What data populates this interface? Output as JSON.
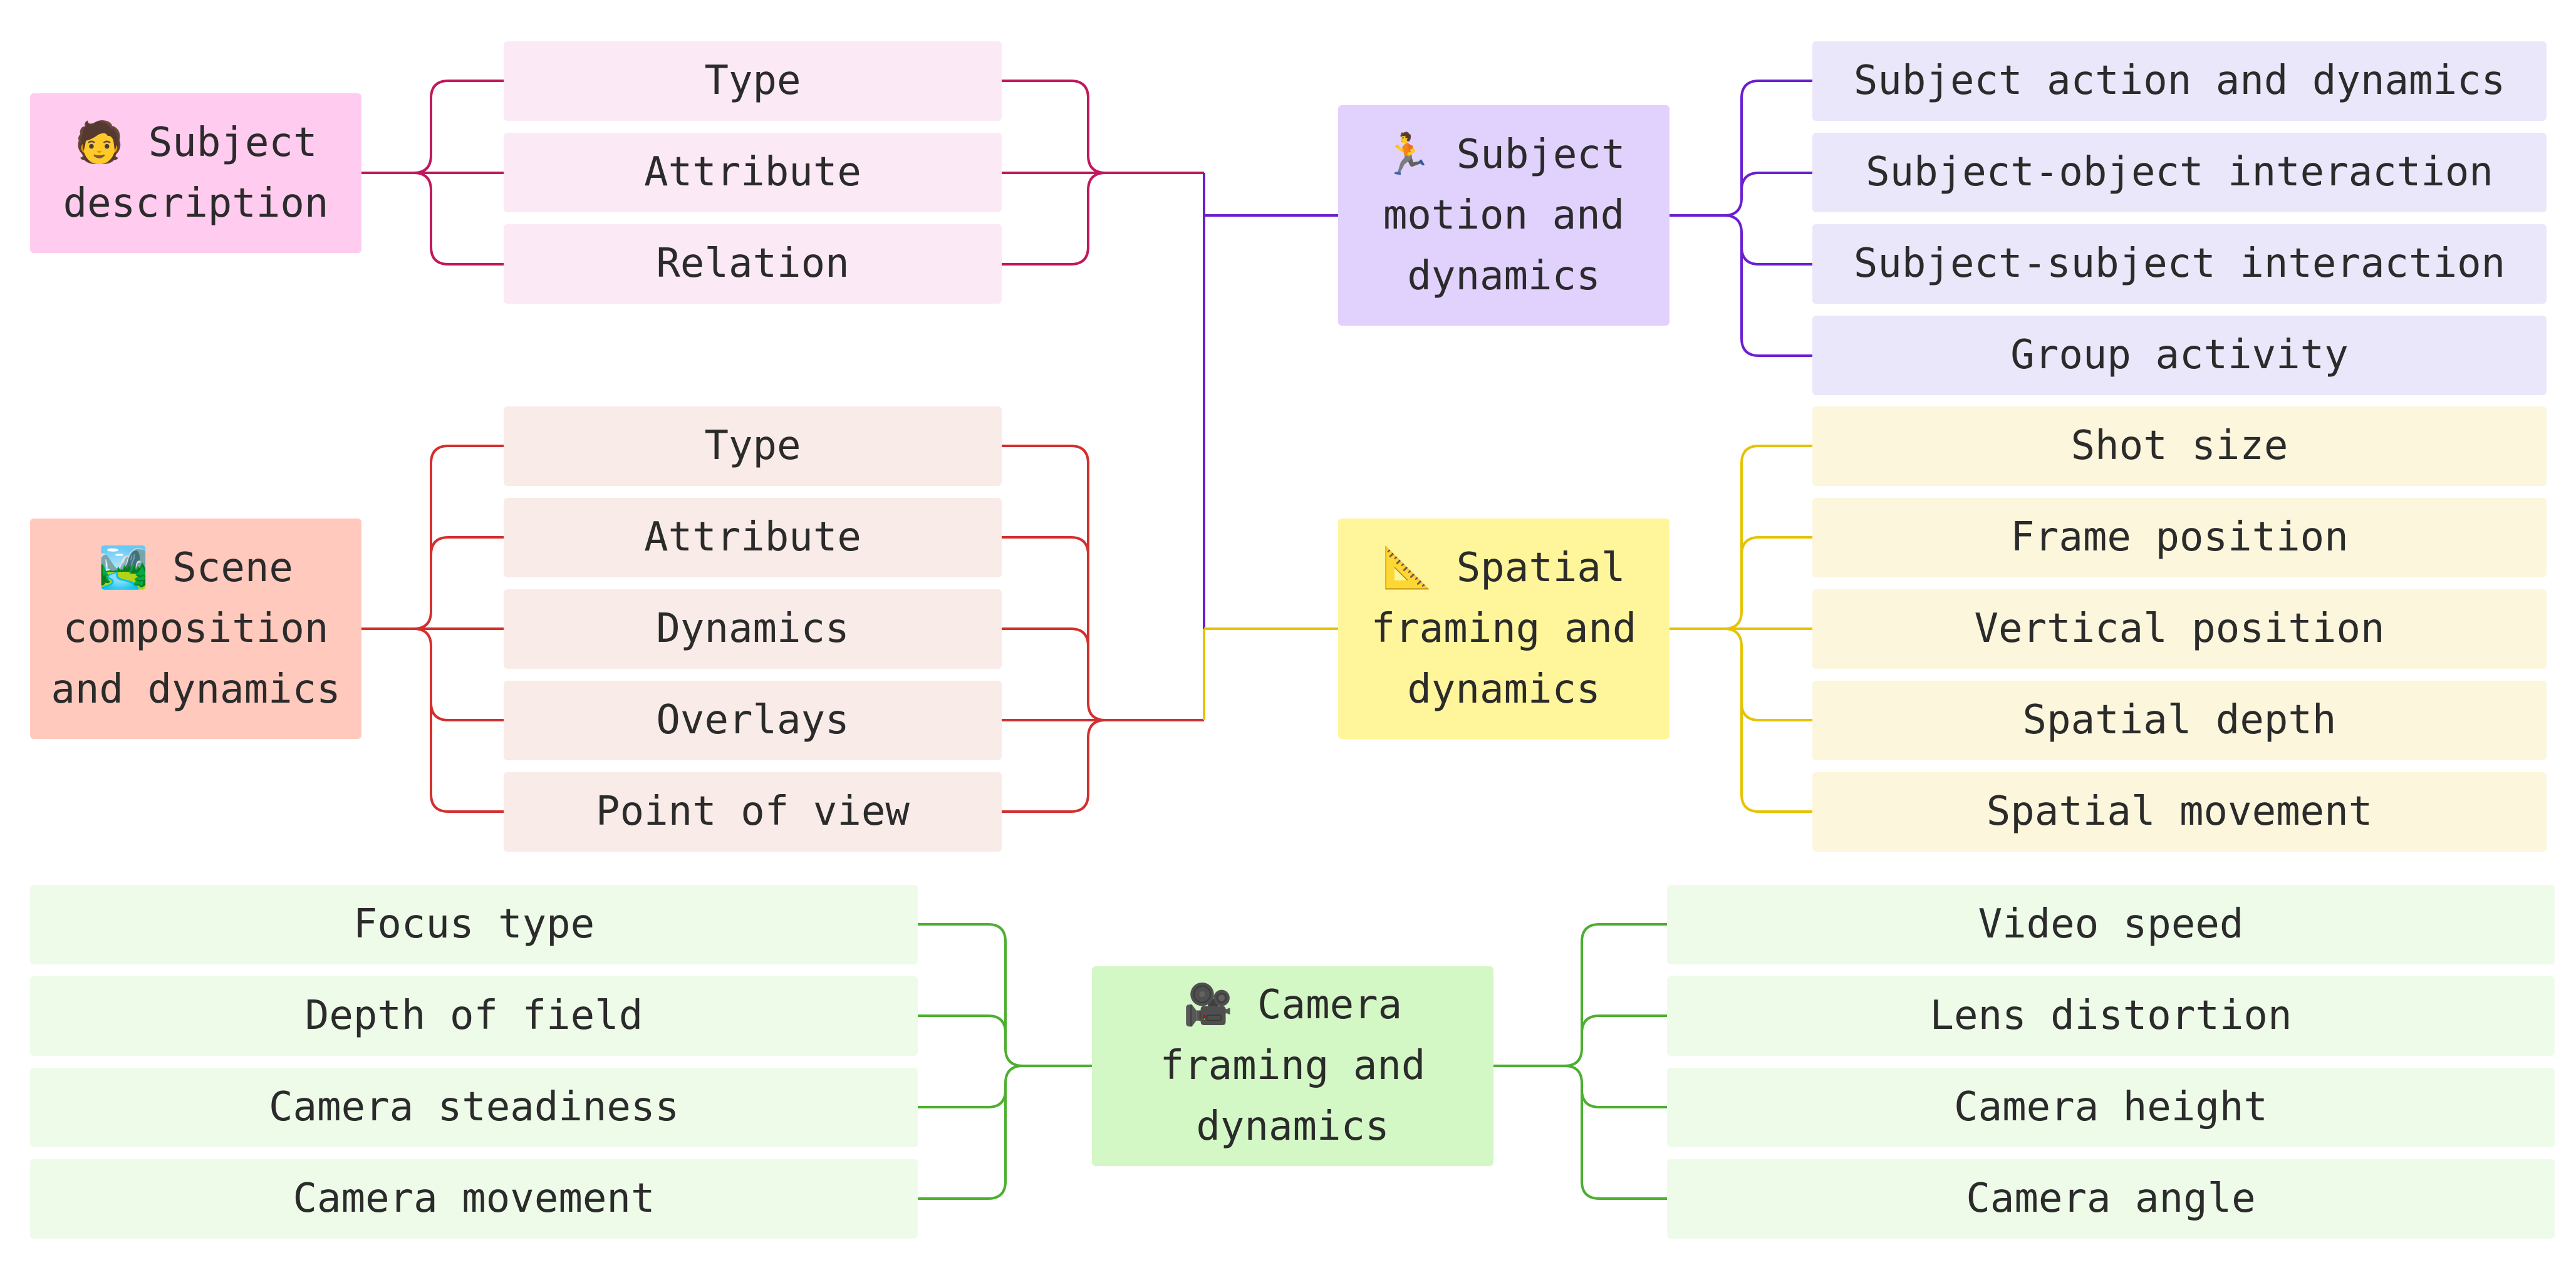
{
  "colors": {
    "subject_description": {
      "line": "#c2185b",
      "main": "#ffcbee",
      "item": "#fbeaf6"
    },
    "scene": {
      "line": "#d32f2f",
      "main": "#ffc9bd",
      "item": "#f9ebe8"
    },
    "motion": {
      "line": "#6a1fd0",
      "main": "#e0d1fd",
      "item": "#ebe7fa"
    },
    "spatial": {
      "line": "#e6c200",
      "main": "#fff59a",
      "item": "#fbf6dc"
    },
    "camera": {
      "line": "#4caf30",
      "main": "#d4f7c6",
      "item": "#eefbe9"
    }
  },
  "groups": {
    "subject_description": {
      "title": "🧑 Subject\ndescription",
      "items": [
        "Type",
        "Attribute",
        "Relation"
      ]
    },
    "scene": {
      "title": "🏞️ Scene\ncomposition\nand dynamics",
      "items": [
        "Type",
        "Attribute",
        "Dynamics",
        "Overlays",
        "Point of view"
      ]
    },
    "motion": {
      "title": "🏃 Subject\nmotion and\ndynamics",
      "items": [
        "Subject action and dynamics",
        "Subject-object interaction",
        "Subject-subject interaction",
        "Group activity"
      ]
    },
    "spatial": {
      "title": "📐 Spatial\nframing and\ndynamics",
      "items": [
        "Shot size",
        "Frame position",
        "Vertical position",
        "Spatial depth",
        "Spatial movement"
      ]
    },
    "camera": {
      "title": "🎥 Camera\nframing and\ndynamics",
      "items_left": [
        "Focus type",
        "Depth of field",
        "Camera steadiness",
        "Camera movement"
      ],
      "items_right": [
        "Video speed",
        "Lens distortion",
        "Camera height",
        "Camera angle"
      ]
    }
  }
}
